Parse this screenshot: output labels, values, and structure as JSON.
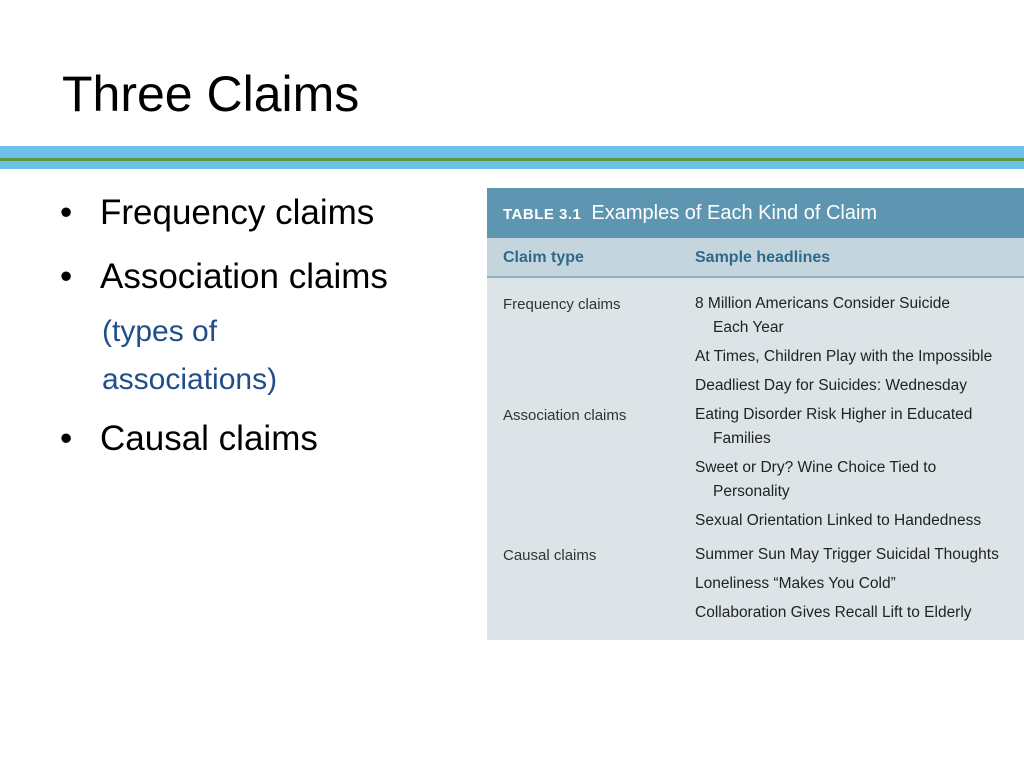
{
  "slide": {
    "title": "Three Claims"
  },
  "colors": {
    "band": "#6ec0ea",
    "line": "#5a9a3a",
    "subtext": "#1f4e8a",
    "table_header_bg": "#5e96b2",
    "table_col_header_text": "#2c6a8c"
  },
  "bullets": {
    "marker": "•",
    "items": [
      {
        "label": "Frequency claims"
      },
      {
        "label": "Association claims"
      },
      {
        "label": "Causal claims"
      }
    ],
    "association_note": {
      "line1": "(types of",
      "line2": "associations)"
    }
  },
  "table": {
    "number": "TABLE 3.1",
    "caption": "Examples of Each Kind of Claim",
    "col_headers": [
      "Claim type",
      "Sample headlines"
    ],
    "rows": [
      {
        "type": "Frequency claims",
        "headlines": [
          {
            "line1": "8 Million Americans Consider Suicide",
            "line2": "Each Year"
          },
          {
            "line1": "At Times, Children Play with the Impossible",
            "line2": ""
          },
          {
            "line1": "Deadliest Day for Suicides: Wednesday",
            "line2": ""
          }
        ]
      },
      {
        "type": "Association claims",
        "headlines": [
          {
            "line1": "Eating Disorder Risk Higher in Educated",
            "line2": "Families"
          },
          {
            "line1": "Sweet or Dry? Wine Choice Tied to",
            "line2": "Personality"
          },
          {
            "line1": "Sexual Orientation Linked to Handedness",
            "line2": ""
          }
        ]
      },
      {
        "type": "Causal claims",
        "headlines": [
          {
            "line1": "Summer Sun May Trigger Suicidal Thoughts",
            "line2": ""
          },
          {
            "line1": "Loneliness “Makes You Cold”",
            "line2": ""
          },
          {
            "line1": "Collaboration Gives Recall Lift to Elderly",
            "line2": ""
          }
        ]
      }
    ]
  }
}
